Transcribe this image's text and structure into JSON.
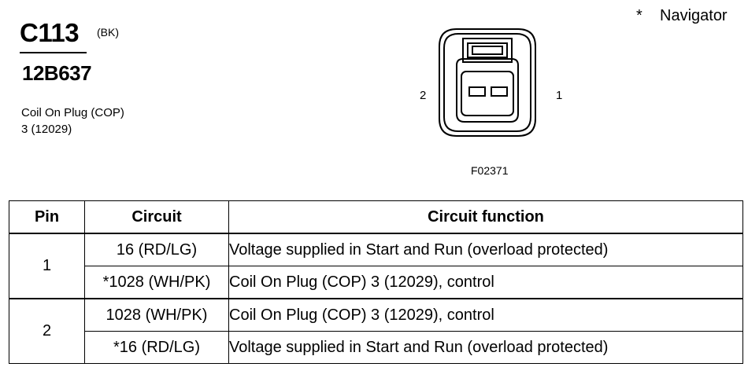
{
  "header": {
    "connector_id": "C113",
    "color_code": "(BK)",
    "part_number": "12B637",
    "component_line1": "Coil On Plug (COP)",
    "component_line2": "3 (12029)"
  },
  "legend": {
    "symbol": "*",
    "label": "Navigator"
  },
  "connector_figure": {
    "pin_left_label": "2",
    "pin_right_label": "1",
    "figure_code": "F02371"
  },
  "table": {
    "headers": {
      "pin": "Pin",
      "circuit": "Circuit",
      "function": "Circuit function"
    },
    "groups": [
      {
        "pin": "1",
        "rows": [
          {
            "circuit": "16 (RD/LG)",
            "function": "Voltage supplied in Start and Run (overload protected)"
          },
          {
            "circuit": "*1028 (WH/PK)",
            "function": "Coil On Plug (COP) 3 (12029), control"
          }
        ]
      },
      {
        "pin": "2",
        "rows": [
          {
            "circuit": "1028 (WH/PK)",
            "function": "Coil On Plug (COP) 3 (12029), control"
          },
          {
            "circuit": "*16 (RD/LG)",
            "function": "Voltage supplied in Start and Run (overload protected)"
          }
        ]
      }
    ]
  }
}
